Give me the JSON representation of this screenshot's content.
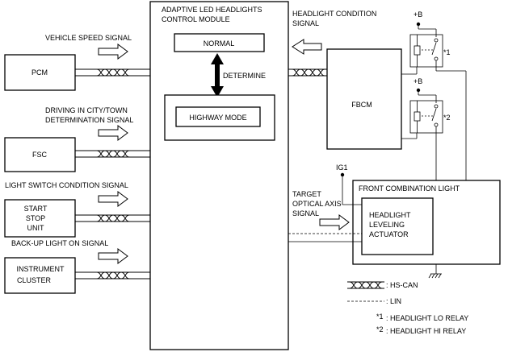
{
  "module": {
    "title_line1": "ADAPTIVE LED HEADLIGHTS",
    "title_line2": "CONTROL MODULE",
    "normal_label": "NORMAL",
    "determine_label": "DETERMINE",
    "highway_label": "HIGHWAY MODE"
  },
  "left_units": [
    {
      "id": "pcm",
      "lines": [
        "PCM"
      ],
      "signal_lines": [
        "VEHICLE SPEED SIGNAL"
      ]
    },
    {
      "id": "fsc",
      "lines": [
        "FSC"
      ],
      "signal_lines": [
        "DRIVING IN CITY/TOWN",
        "DETERMINATION SIGNAL"
      ]
    },
    {
      "id": "start-stop-unit",
      "lines": [
        "START",
        "STOP",
        "UNIT"
      ],
      "signal_lines": [
        "LIGHT SWITCH CONDITION SIGNAL"
      ]
    },
    {
      "id": "instrument-cluster",
      "lines": [
        "INSTRUMENT",
        "CLUSTER"
      ],
      "signal_lines": [
        "BACK-UP LIGHT ON SIGNAL"
      ]
    }
  ],
  "right": {
    "headlight_signal_line1": "HEADLIGHT CONDITION",
    "headlight_signal_line2": "SIGNAL",
    "fbcm_label": "FBCM",
    "target_line1": "TARGET",
    "target_line2": "OPTICAL AXIS",
    "target_line3": "SIGNAL",
    "fcl_label": "FRONT COMBINATION LIGHT",
    "actuator_line1": "HEADLIGHT",
    "actuator_line2": "LEVELING",
    "actuator_line3": "ACTUATOR",
    "ig1_label": "IG1",
    "plus_b_1": "+B",
    "plus_b_2": "+B",
    "relay1_mark": "*1",
    "relay2_mark": "*2"
  },
  "legend": {
    "hs_can": ": HS-CAN",
    "lin": ": LIN",
    "note1_mark": "*1",
    "note1_text": ": HEADLIGHT LO RELAY",
    "note2_mark": "*2",
    "note2_text": ": HEADLIGHT HI RELAY"
  }
}
